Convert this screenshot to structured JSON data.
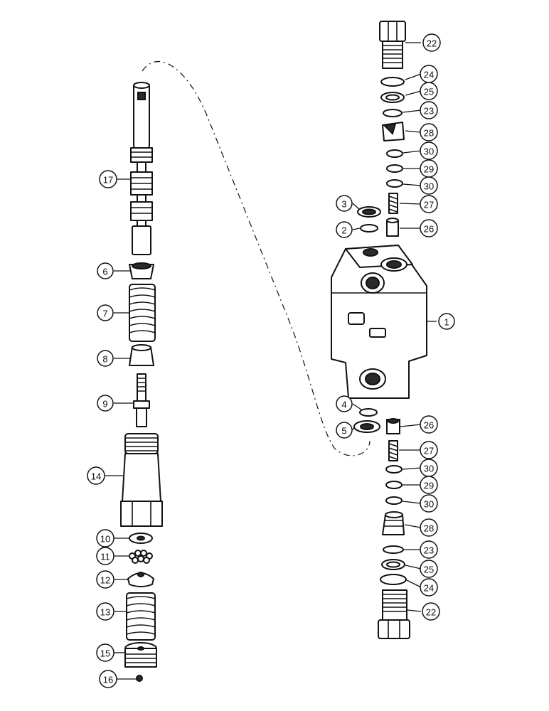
{
  "diagram": {
    "callouts": [
      {
        "id": "c22-top",
        "label": "22"
      },
      {
        "id": "c24-top",
        "label": "24"
      },
      {
        "id": "c25-top",
        "label": "25"
      },
      {
        "id": "c23-top",
        "label": "23"
      },
      {
        "id": "c28-top",
        "label": "28"
      },
      {
        "id": "c30-a",
        "label": "30"
      },
      {
        "id": "c29-top",
        "label": "29"
      },
      {
        "id": "c30-b",
        "label": "30"
      },
      {
        "id": "c27-top",
        "label": "27"
      },
      {
        "id": "c3",
        "label": "3"
      },
      {
        "id": "c2",
        "label": "2"
      },
      {
        "id": "c26-top",
        "label": "26"
      },
      {
        "id": "c1",
        "label": "1"
      },
      {
        "id": "c4",
        "label": "4"
      },
      {
        "id": "c5",
        "label": "5"
      },
      {
        "id": "c26-bot",
        "label": "26"
      },
      {
        "id": "c27-bot",
        "label": "27"
      },
      {
        "id": "c30-c",
        "label": "30"
      },
      {
        "id": "c29-bot",
        "label": "29"
      },
      {
        "id": "c30-d",
        "label": "30"
      },
      {
        "id": "c28-bot",
        "label": "28"
      },
      {
        "id": "c23-bot",
        "label": "23"
      },
      {
        "id": "c25-bot",
        "label": "25"
      },
      {
        "id": "c24-bot",
        "label": "24"
      },
      {
        "id": "c22-bot",
        "label": "22"
      },
      {
        "id": "c17",
        "label": "17"
      },
      {
        "id": "c6",
        "label": "6"
      },
      {
        "id": "c7",
        "label": "7"
      },
      {
        "id": "c8",
        "label": "8"
      },
      {
        "id": "c9",
        "label": "9"
      },
      {
        "id": "c14",
        "label": "14"
      },
      {
        "id": "c10",
        "label": "10"
      },
      {
        "id": "c11",
        "label": "11"
      },
      {
        "id": "c12",
        "label": "12"
      },
      {
        "id": "c13",
        "label": "13"
      },
      {
        "id": "c15",
        "label": "15"
      },
      {
        "id": "c16",
        "label": "16"
      }
    ]
  }
}
